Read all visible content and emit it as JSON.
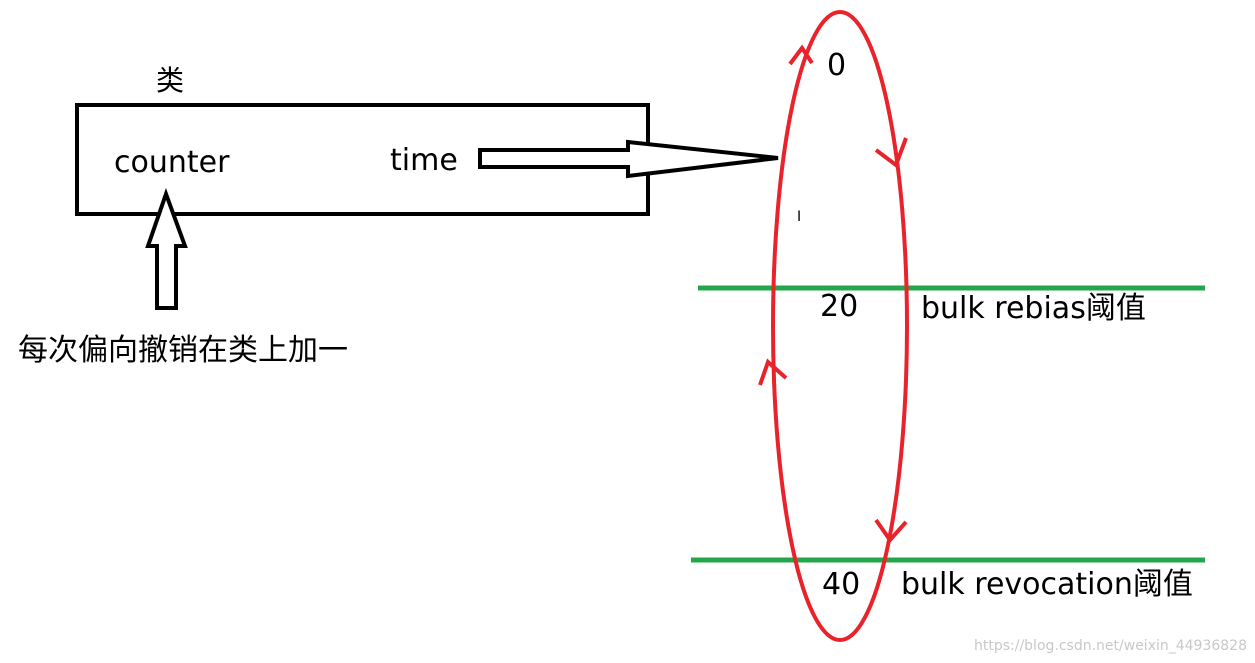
{
  "class_box": {
    "title": "类",
    "field_counter": "counter",
    "field_time": "time"
  },
  "counter_note": "每次偏向撤销在类上加一",
  "cycle": {
    "start_value": "0",
    "rebias_value": "20",
    "rebias_label": "bulk rebias阈值",
    "revoke_value": "40",
    "revoke_label": "bulk revocation阈值"
  },
  "cursor_glyph": "I",
  "watermark": "https://blog.csdn.net/weixin_44936828",
  "colors": {
    "outline": "#000000",
    "cycle": "#e8232b",
    "threshold_line": "#22a84a",
    "watermark": "#c8c8c8"
  }
}
